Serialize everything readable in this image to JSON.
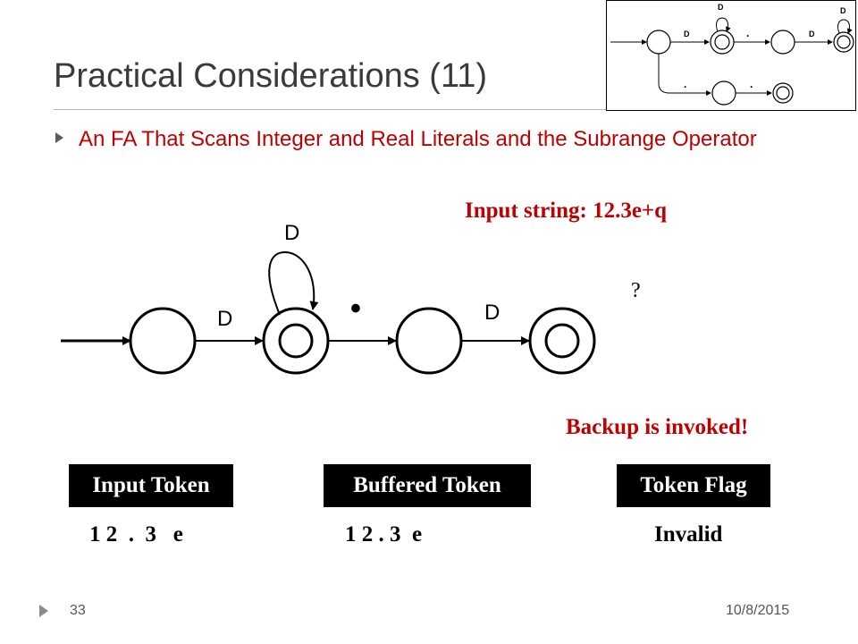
{
  "slide": {
    "title": "Practical Considerations (11)",
    "bullet": "An FA That Scans Integer and Real Literals and the Subrange Operator",
    "input_string": "Input string: 12.3e+q",
    "question_mark": "?",
    "backup_message": "Backup is invoked!",
    "slide_number": "33",
    "date": "10/8/2015"
  },
  "diagram": {
    "loop_label": "D",
    "edge1_label": "D",
    "edge2_label": "•",
    "edge3_label": "D"
  },
  "thumbnail": {
    "loop1_label": "D",
    "loop2_label": "D",
    "edge1_label": "D",
    "edge2_label": ".",
    "edge3_label": "D",
    "edge4_label": ".",
    "edge5_label": "."
  },
  "table": {
    "headers": [
      "Input Token",
      "Buffered Token",
      "Token Flag"
    ],
    "values": [
      "1 2  .  3   e",
      "1 2 . 3  e",
      "Invalid"
    ]
  }
}
